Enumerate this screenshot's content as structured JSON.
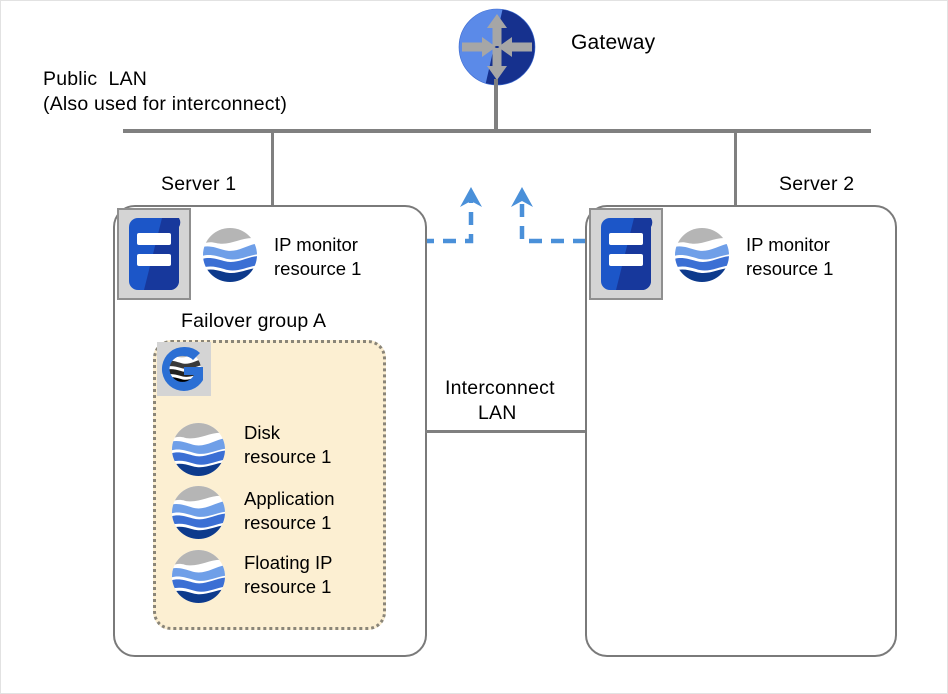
{
  "diagram": {
    "title_note": "HA cluster network diagram",
    "gateway": {
      "label": "Gateway",
      "icon": "router-icon"
    },
    "public_lan": {
      "line1": "Public  LAN",
      "line2": "(Also used for interconnect)"
    },
    "interconnect": {
      "line1": "Interconnect",
      "line2": "LAN"
    },
    "servers": [
      {
        "name": "Server 1",
        "server_icon": "server-icon",
        "monitor_resource": {
          "line1": "IP monitor",
          "line2": "resource 1",
          "icon": "resource-globe-icon"
        },
        "failover_group": {
          "label": "Failover group A",
          "icon": "failover-group-icon",
          "resources": [
            {
              "line1": "Disk",
              "line2": "resource 1",
              "icon": "resource-globe-icon"
            },
            {
              "line1": "Application",
              "line2": "resource 1",
              "icon": "resource-globe-icon"
            },
            {
              "line1": "Floating IP",
              "line2": "resource 1",
              "icon": "resource-globe-icon"
            }
          ]
        }
      },
      {
        "name": "Server 2",
        "server_icon": "server-icon",
        "monitor_resource": {
          "line1": "IP monitor",
          "line2": "resource 1",
          "icon": "resource-globe-icon"
        },
        "failover_group": null
      }
    ],
    "colors": {
      "line_gray": "#808080",
      "box_gray": "#7a7a7a",
      "dashed_blue": "#4a90d9",
      "group_fill": "#fcefd2",
      "group_border": "#8a8578",
      "router_light": "#5b8ae8",
      "router_dark": "#16318e",
      "server_blue": "#1c56c8",
      "server_blue_dark": "#17389c",
      "globe_gray": "#b5b5b5",
      "globe_blue_light": "#6f9fe8",
      "globe_blue": "#3b6fd4",
      "globe_navy": "#0d3a8c",
      "icon_bg": "#d4d4d4"
    }
  }
}
